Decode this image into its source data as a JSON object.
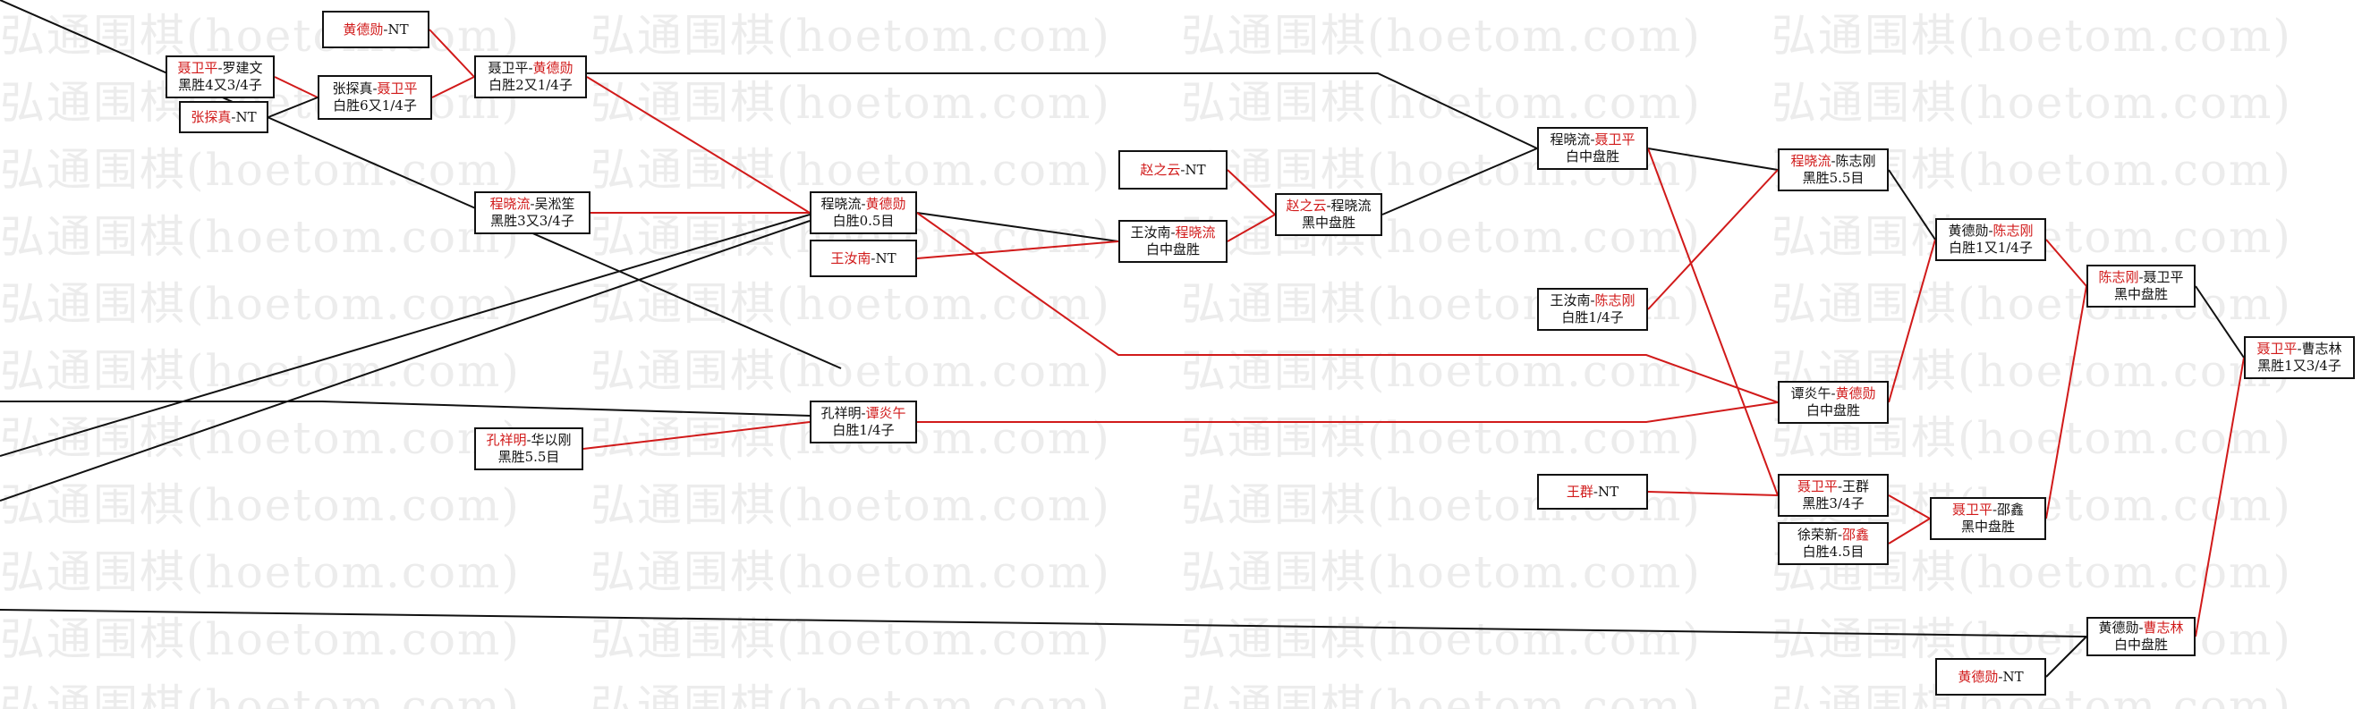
{
  "watermark": "弘通围棋(hoetom.com)",
  "colors": {
    "winner": "#d11a1a",
    "line_black": "#111111",
    "line_red": "#d11a1a"
  },
  "nodes": [
    {
      "id": "n01",
      "black": "聂卫平",
      "white": "罗建文",
      "winner": "black",
      "result": "黑胜4又3/4子"
    },
    {
      "id": "n02",
      "black": "张探真",
      "white": "NT",
      "winner": "black",
      "result": ""
    },
    {
      "id": "n03",
      "black": "黄德勋",
      "white": "NT",
      "winner": "black",
      "result": ""
    },
    {
      "id": "n04",
      "black": "张探真",
      "white": "聂卫平",
      "winner": "white",
      "result": "白胜6又1/4子"
    },
    {
      "id": "n05",
      "black": "聂卫平",
      "white": "黄德勋",
      "winner": "white",
      "result": "白胜2又1/4子"
    },
    {
      "id": "n06",
      "black": "程晓流",
      "white": "吴淞笙",
      "winner": "black",
      "result": "黑胜3又3/4子"
    },
    {
      "id": "n07",
      "black": "程晓流",
      "white": "黄德勋",
      "winner": "white",
      "result": "白胜0.5目"
    },
    {
      "id": "n08",
      "black": "王汝南",
      "white": "NT",
      "winner": "black",
      "result": ""
    },
    {
      "id": "n09",
      "black": "赵之云",
      "white": "NT",
      "winner": "black",
      "result": ""
    },
    {
      "id": "n10",
      "black": "王汝南",
      "white": "程晓流",
      "winner": "white",
      "result": "白中盘胜"
    },
    {
      "id": "n11",
      "black": "赵之云",
      "white": "程晓流",
      "winner": "black",
      "result": "黑中盘胜"
    },
    {
      "id": "n12",
      "black": "孔祥明",
      "white": "谭炎午",
      "winner": "white",
      "result": "白胜1/4子"
    },
    {
      "id": "n13",
      "black": "孔祥明",
      "white": "华以刚",
      "winner": "black",
      "result": "黑胜5.5目"
    },
    {
      "id": "n14",
      "black": "程晓流",
      "white": "聂卫平",
      "winner": "white",
      "result": "白中盘胜"
    },
    {
      "id": "n15",
      "black": "程晓流",
      "white": "陈志刚",
      "winner": "black",
      "result": "黑胜5.5目"
    },
    {
      "id": "n16",
      "black": "王汝南",
      "white": "陈志刚",
      "winner": "white",
      "result": "白胜1/4子"
    },
    {
      "id": "n17",
      "black": "谭炎午",
      "white": "黄德勋",
      "winner": "white",
      "result": "白中盘胜"
    },
    {
      "id": "n18",
      "black": "王群",
      "white": "NT",
      "winner": "black",
      "result": ""
    },
    {
      "id": "n19",
      "black": "聂卫平",
      "white": "王群",
      "winner": "black",
      "result": "黑胜3/4子"
    },
    {
      "id": "n20",
      "black": "徐荣新",
      "white": "邵鑫",
      "winner": "white",
      "result": "白胜4.5目"
    },
    {
      "id": "n21",
      "black": "黄德勋",
      "white": "陈志刚",
      "winner": "white",
      "result": "白胜1又1/4子"
    },
    {
      "id": "n22",
      "black": "聂卫平",
      "white": "邵鑫",
      "winner": "black",
      "result": "黑中盘胜"
    },
    {
      "id": "n23",
      "black": "陈志刚",
      "white": "聂卫平",
      "winner": "black",
      "result": "黑中盘胜"
    },
    {
      "id": "n24",
      "black": "黄德勋",
      "white": "曹志林",
      "winner": "white",
      "result": "白中盘胜"
    },
    {
      "id": "n25",
      "black": "黄德勋",
      "white": "NT",
      "winner": "black",
      "result": ""
    },
    {
      "id": "n26",
      "black": "聂卫平",
      "white": "曹志林",
      "winner": "black",
      "result": "黑胜1又3/4子"
    }
  ]
}
